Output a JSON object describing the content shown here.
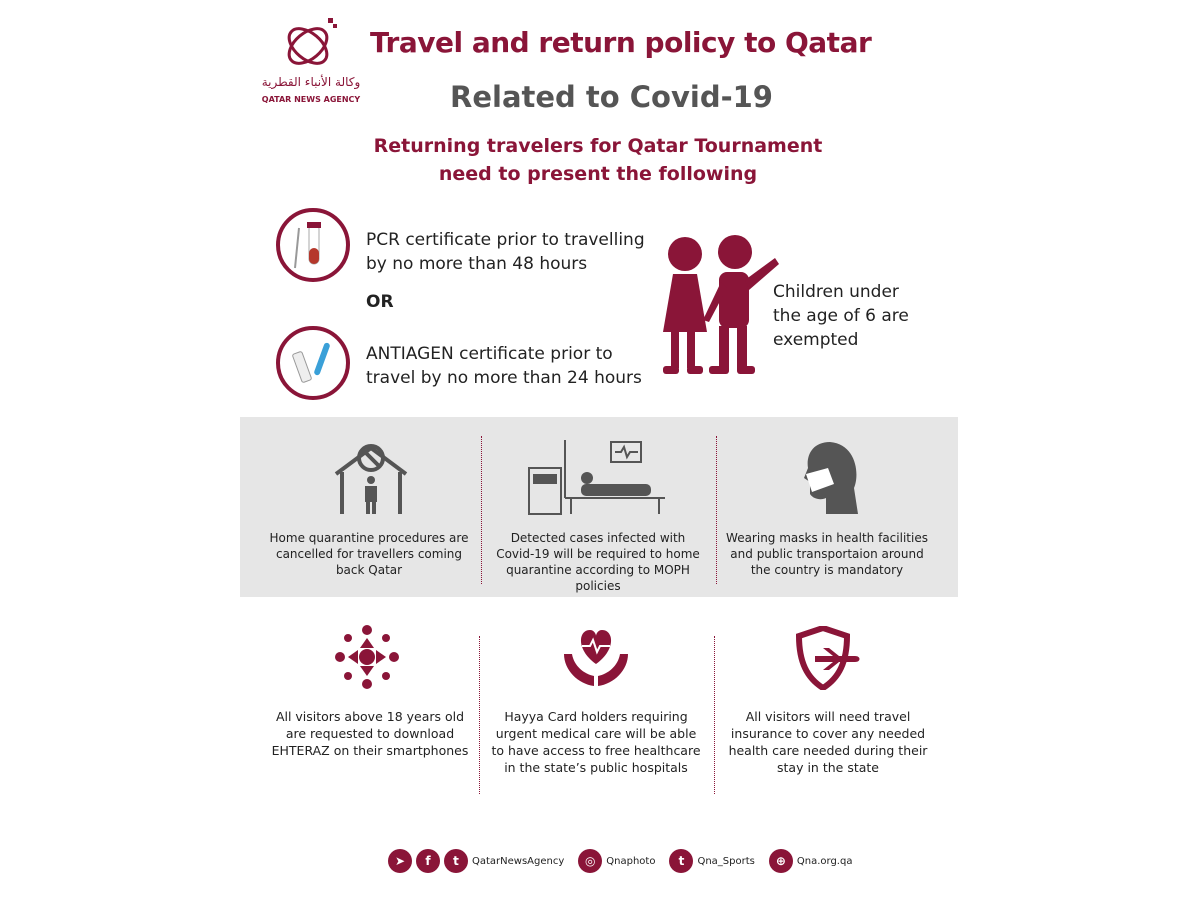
{
  "logo": {
    "arabic": "وكالة الأنباء القطرية",
    "english": "QATAR NEWS AGENCY"
  },
  "header": {
    "title": "Travel and return policy to Qatar",
    "subtitle": "Related to Covid-19",
    "intro_line1": "Returning travelers for Qatar Tournament",
    "intro_line2": "need to present the following"
  },
  "requirements": {
    "pcr_line1": "PCR certificate prior to travelling",
    "pcr_line2": "by no more than 48 hours",
    "or": "OR",
    "antigen_line1": "ANTIAGEN certificate prior to",
    "antigen_line2": "travel by no more than 24 hours",
    "children_line1": "Children under",
    "children_line2": "the age of 6 are",
    "children_line3": "exempted"
  },
  "band": [
    {
      "text": "Home quarantine procedures are cancelled for travellers coming back Qatar"
    },
    {
      "text": "Detected cases infected with Covid-19 will be required to home quarantine according to MOPH policies"
    },
    {
      "text": "Wearing masks in health facilities and public transportaion around the country is mandatory"
    }
  ],
  "bottom": [
    {
      "text": "All visitors above 18 years old are requested to download EHTERAZ on their smartphones"
    },
    {
      "text": "Hayya Card holders requiring urgent medical care will be able to have access to free healthcare in the state’s public hospitals"
    },
    {
      "text": "All visitors will need travel insurance to cover any needed health care needed during their stay in the state"
    }
  ],
  "footer": {
    "qna": "QatarNewsAgency",
    "photo": "Qnaphoto",
    "sports": "Qna_Sports",
    "web": "Qna.org.qa"
  },
  "colors": {
    "accent": "#8a1538",
    "band": "#e6e6e6"
  }
}
